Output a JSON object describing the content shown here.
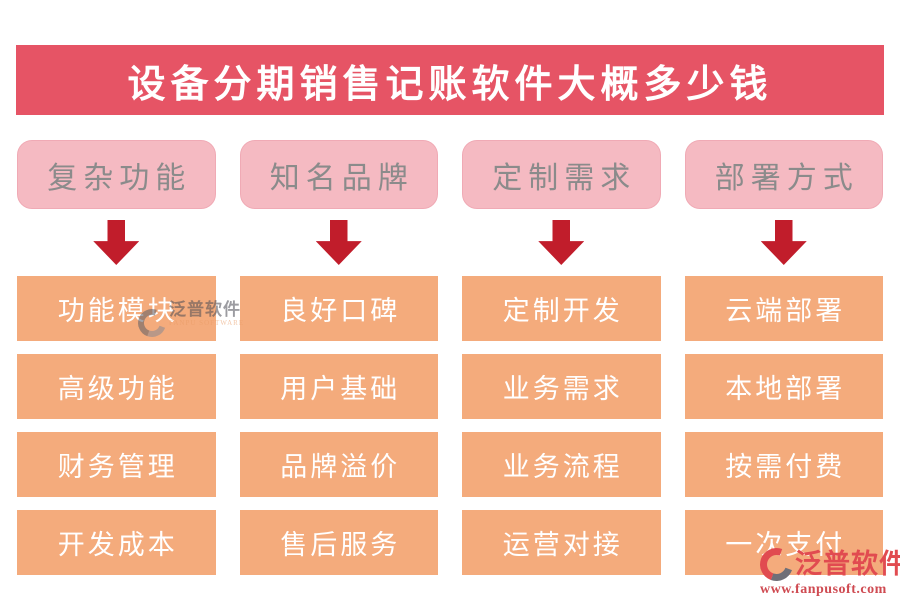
{
  "title": "设备分期销售记账软件大概多少钱",
  "columns": [
    {
      "header": "复杂功能",
      "items": [
        "功能模块",
        "高级功能",
        "财务管理",
        "开发成本"
      ]
    },
    {
      "header": "知名品牌",
      "items": [
        "良好口碑",
        "用户基础",
        "品牌溢价",
        "售后服务"
      ]
    },
    {
      "header": "定制需求",
      "items": [
        "定制开发",
        "业务需求",
        "业务流程",
        "运营对接"
      ]
    },
    {
      "header": "部署方式",
      "items": [
        "云端部署",
        "本地部署",
        "按需付费",
        "一次支付"
      ]
    }
  ],
  "watermark": {
    "brand": "泛普软件",
    "subtitle": "FANPU SOFTWARE"
  },
  "footer_logo": {
    "brand": "泛普软件",
    "website": "www.fanpusoft.com"
  },
  "icons": {
    "arrow": "red-down-arrow",
    "watermark_glyph": "fanpu-swirl-gray",
    "footer_glyph": "fanpu-swirl-red"
  },
  "colors": {
    "banner_red": "#e65465",
    "header_pink": "#f5bac2",
    "header_text_gray": "#8b8b8b",
    "arrow_red": "#c11d2b",
    "item_orange": "#f4ab7c",
    "item_text": "#ffffff",
    "logo_red": "#e14b50"
  }
}
